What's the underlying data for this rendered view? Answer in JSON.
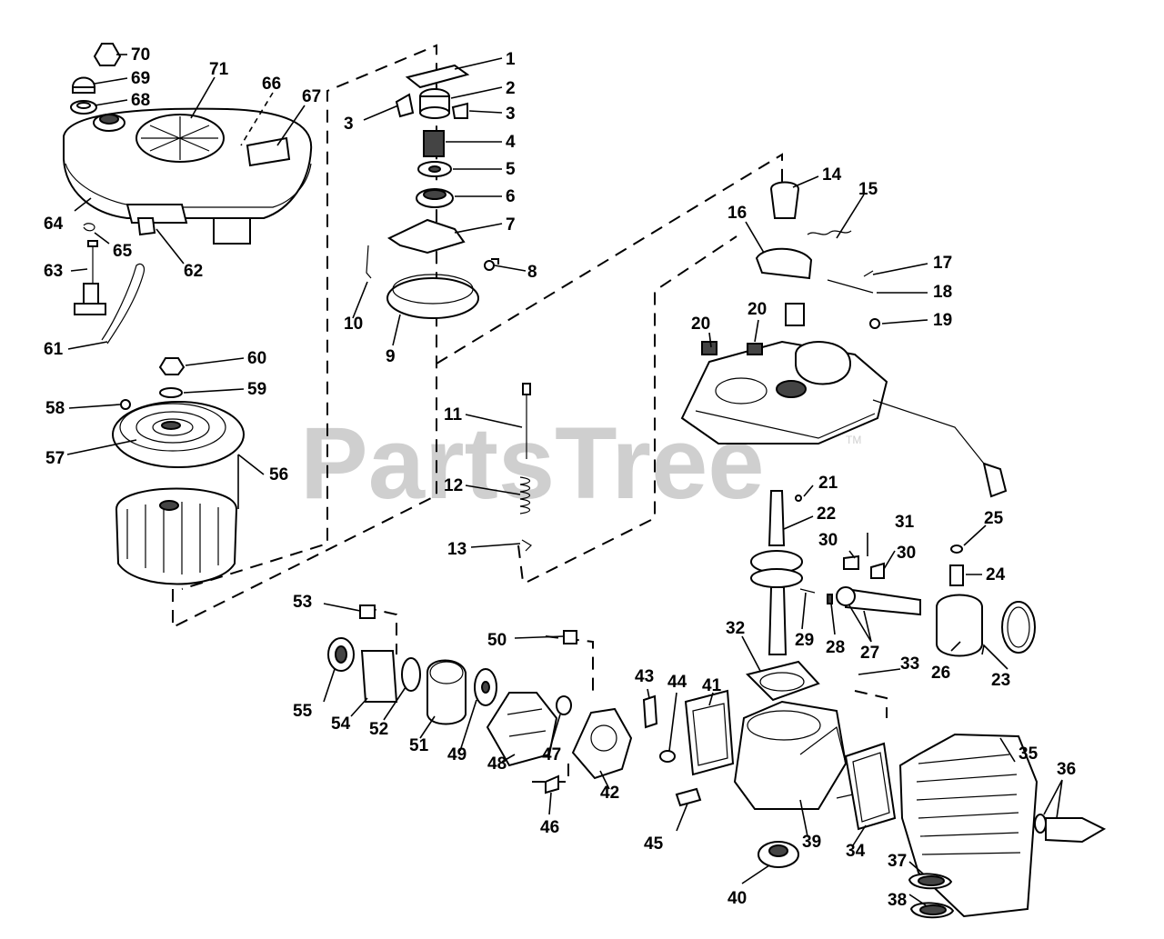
{
  "watermark": {
    "text": "PartsTree",
    "mark": "TM"
  },
  "callouts": [
    "1",
    "2",
    "3",
    "3",
    "4",
    "5",
    "6",
    "7",
    "8",
    "9",
    "10",
    "11",
    "12",
    "13",
    "14",
    "15",
    "16",
    "17",
    "18",
    "19",
    "20",
    "20",
    "21",
    "22",
    "23",
    "24",
    "25",
    "26",
    "27",
    "28",
    "29",
    "30",
    "30",
    "31",
    "32",
    "33",
    "34",
    "35",
    "36",
    "37",
    "38",
    "39",
    "40",
    "41",
    "42",
    "43",
    "44",
    "45",
    "46",
    "47",
    "48",
    "49",
    "50",
    "51",
    "52",
    "53",
    "54",
    "55",
    "56",
    "57",
    "58",
    "59",
    "60",
    "61",
    "62",
    "63",
    "64",
    "65",
    "66",
    "67",
    "68",
    "69",
    "70",
    "71"
  ]
}
